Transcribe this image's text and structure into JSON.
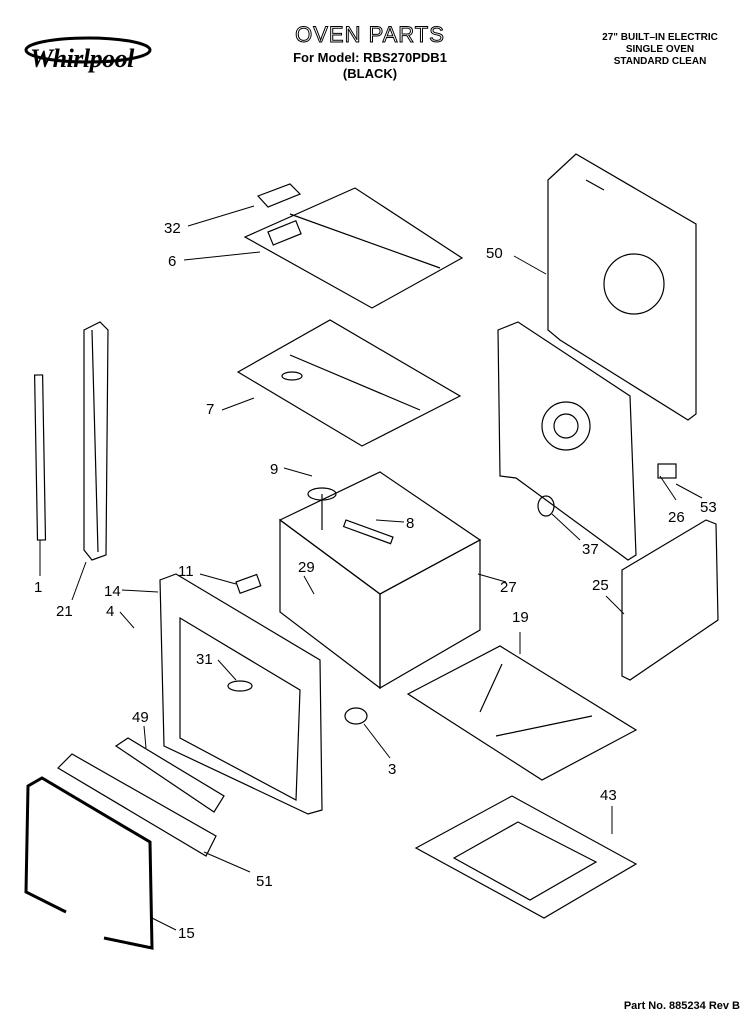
{
  "brand": {
    "name": "Whirlpool"
  },
  "header": {
    "title": "OVEN PARTS",
    "model_line": "For Model: RBS270PDB1",
    "color_line": "(BLACK)",
    "description": [
      "27\" BUILT–IN ELECTRIC",
      "SINGLE OVEN",
      "STANDARD CLEAN"
    ]
  },
  "footer": {
    "part_number": "Part No. 885234 Rev B"
  },
  "callouts": {
    "c1": "1",
    "c3": "3",
    "c4": "4",
    "c6": "6",
    "c7": "7",
    "c8": "8",
    "c9": "9",
    "c11": "11",
    "c14": "14",
    "c15": "15",
    "c19": "19",
    "c21": "21",
    "c25": "25",
    "c26": "26",
    "c27": "27",
    "c29": "29",
    "c31": "31",
    "c32": "32",
    "c37": "37",
    "c43": "43",
    "c49": "49",
    "c50": "50",
    "c51": "51",
    "c53": "53"
  }
}
